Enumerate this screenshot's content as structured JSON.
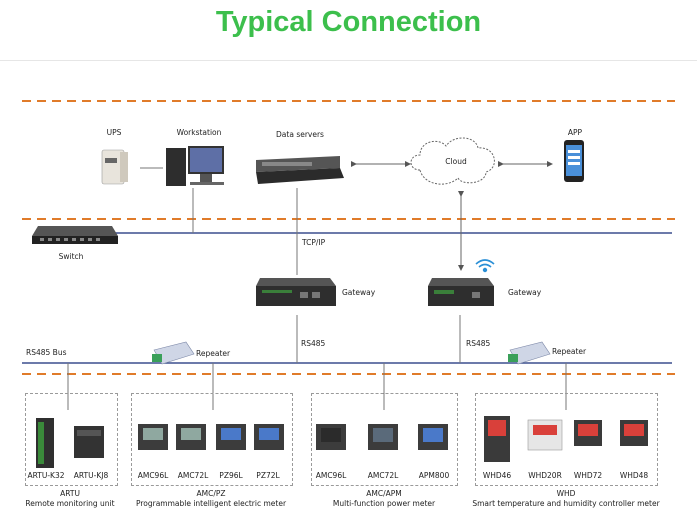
{
  "title": "Typical Connection",
  "top_row": {
    "ups": "UPS",
    "workstation": "Workstation",
    "data_servers": "Data servers",
    "cloud": "Cloud",
    "app": "APP"
  },
  "network": {
    "switch": "Switch",
    "tcpip": "TCP/IP",
    "gateway": "Gateway",
    "rs485": "RS485",
    "rs485_bus": "RS485 Bus",
    "repeater": "Repeater"
  },
  "groups": [
    {
      "devices": [
        "ARTU-K32",
        "ARTU-KJ8"
      ],
      "name": "ARTU",
      "desc": "Remote monitoring unit"
    },
    {
      "devices": [
        "AMC96L",
        "AMC72L",
        "PZ96L",
        "PZ72L"
      ],
      "name": "AMC/PZ",
      "desc": "Programmable intelligent electric meter"
    },
    {
      "devices": [
        "AMC96L",
        "AMC72L",
        "APM800"
      ],
      "name": "AMC/APM",
      "desc": "Multi-function power meter"
    },
    {
      "devices": [
        "WHD46",
        "WHD20R",
        "WHD72",
        "WHD48"
      ],
      "name": "WHD",
      "desc": "Smart temperature and humidity controller meter"
    }
  ],
  "colors": {
    "title": "#3cbf4c",
    "dash": "#e07b2a",
    "bus": "#3b4f8e"
  }
}
